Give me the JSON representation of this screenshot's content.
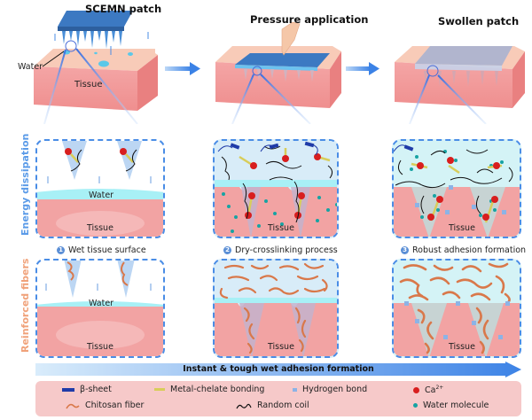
{
  "stages": [
    {
      "title": "SCEMN patch"
    },
    {
      "title": "Pressure application"
    },
    {
      "title": "Swollen patch"
    }
  ],
  "top_labels": {
    "water": "Water",
    "tissue": "Tissue"
  },
  "row_labels": {
    "energy": "Energy dissipation",
    "fibers": "Reinforced fibers"
  },
  "panel_labels": {
    "water": "Water",
    "tissue": "Tissue"
  },
  "steps": [
    {
      "number": "1",
      "label": "Wet tissue surface"
    },
    {
      "number": "2",
      "label": "Dry-crosslinking process"
    },
    {
      "number": "3",
      "label": "Robust adhesion formation"
    }
  ],
  "progress_arrow": {
    "label": "Instant & tough wet adhesion formation"
  },
  "legend": [
    {
      "key": "beta-sheet",
      "label": "β-sheet"
    },
    {
      "key": "metal-chelate",
      "label": "Metal-chelate bonding"
    },
    {
      "key": "hydrogen-bond",
      "label": "Hydrogen bond"
    },
    {
      "key": "calcium",
      "label": "Ca",
      "superscript": "2+"
    },
    {
      "key": "chitosan",
      "label": "Chitosan fiber"
    },
    {
      "key": "random-coil",
      "label": "Random coil"
    },
    {
      "key": "water-molecule",
      "label": "Water molecule"
    }
  ],
  "colors": {
    "accent_blue": "#4a8de6",
    "tissue_pink": "#f2a3a3",
    "tissue_top": "#f8cbb8",
    "water_cyan": "#a8f0f6",
    "patch_blue": "#3f7fc4",
    "calcium_red": "#d81e1e",
    "chitosan_orange": "#d9784a",
    "water_molecule": "#17a3a3",
    "legend_bg": "#f6c9c9",
    "energy_label": "#5b9be8",
    "fibers_label": "#f0a27a"
  }
}
